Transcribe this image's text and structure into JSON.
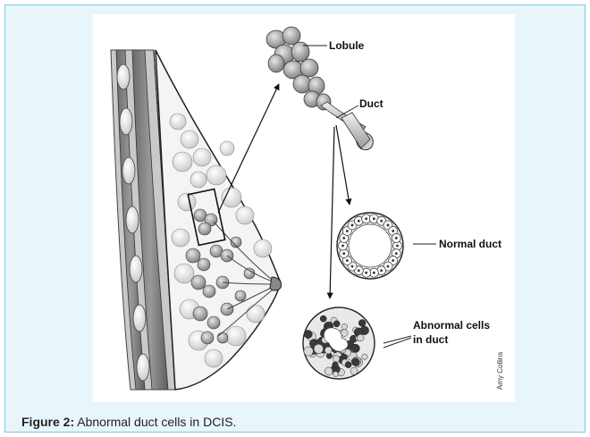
{
  "figure": {
    "labels": {
      "lobule": "Lobule",
      "duct": "Duct",
      "normal_duct": "Normal duct",
      "abnormal_line1": "Abnormal cells",
      "abnormal_line2": "in duct"
    },
    "credit": "Amy Collins"
  },
  "caption": {
    "prefix": "Figure 2:",
    "text": " Abnormal duct cells in DCIS."
  },
  "colors": {
    "frame_bg": "#e8f6fb",
    "frame_border": "#7fc7e0"
  }
}
